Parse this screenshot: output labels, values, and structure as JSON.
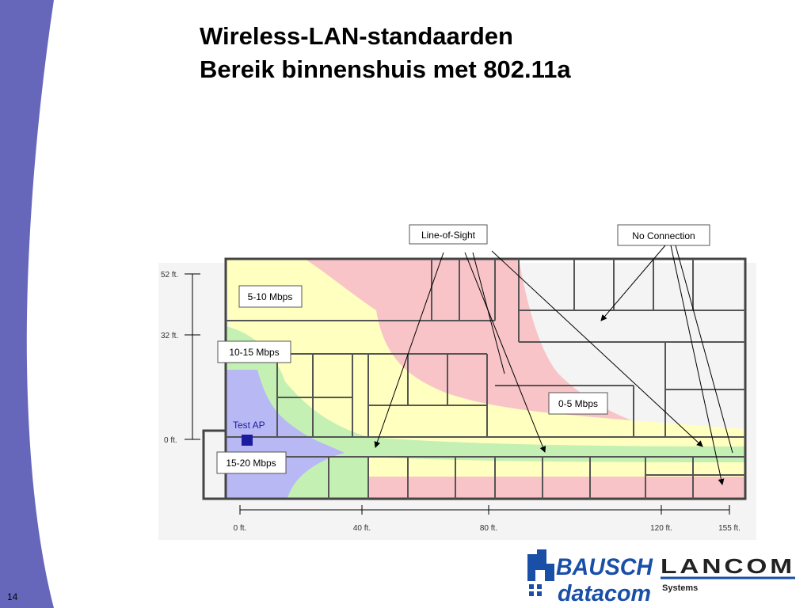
{
  "slide": {
    "title_line1": "Wireless-LAN-standaarden",
    "title_line2": "Bereik binnenshuis met 802.11a",
    "slide_number": "14",
    "accent_color": "#6666bb"
  },
  "diagram": {
    "y_axis_labels": [
      "52 ft.",
      "32 ft.",
      "0 ft."
    ],
    "x_axis_labels": [
      "0 ft.",
      "40 ft.",
      "80 ft.",
      "120 ft.",
      "155 ft."
    ],
    "callouts": {
      "line_of_sight": "Line-of-Sight",
      "no_connection": "No Connection"
    },
    "zones": [
      {
        "label": "5-10 Mbps",
        "color": "#ffffc0"
      },
      {
        "label": "10-15 Mbps",
        "color": "#c4f0b4"
      },
      {
        "label": "15-20 Mbps",
        "color": "#b8b8f4"
      },
      {
        "label": "0-5 Mbps",
        "color": "#f8c4c8"
      }
    ],
    "access_point_label": "Test AP",
    "access_point_color": "#1c1ca0"
  },
  "logos": {
    "bausch_top": "BAUSCH",
    "bausch_bottom": "datacom",
    "lancom_top": "LANCOM",
    "lancom_bottom": "Systems",
    "bausch_color": "#1a4fa8"
  }
}
